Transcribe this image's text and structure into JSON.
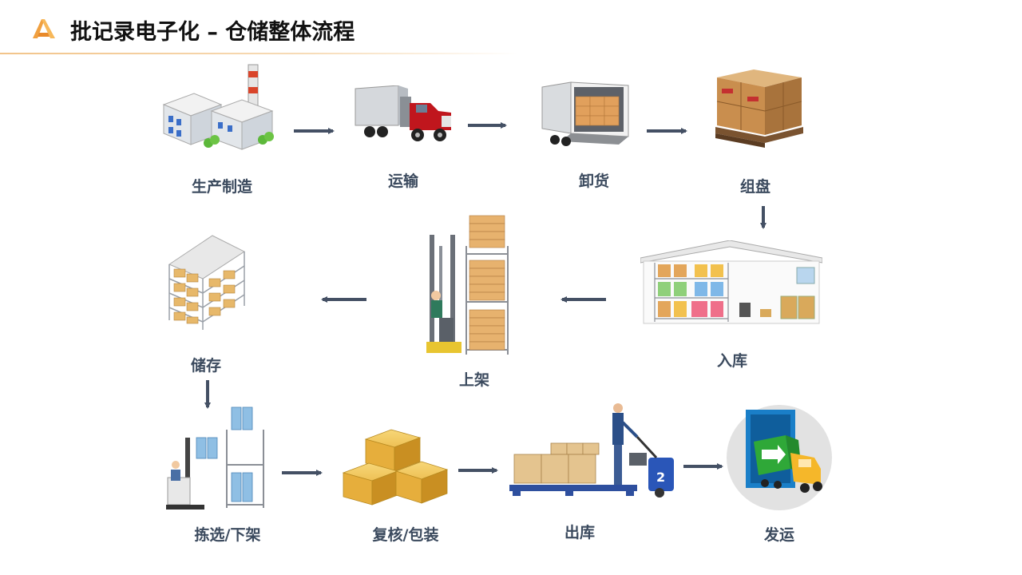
{
  "header": {
    "title": "批记录电子化 – 仓储整体流程",
    "accent_color": "#f0a040"
  },
  "steps": [
    {
      "label": "生产制造",
      "icon": "factory-icon"
    },
    {
      "label": "运输",
      "icon": "truck-icon"
    },
    {
      "label": "卸货",
      "icon": "trailer-unloading-icon"
    },
    {
      "label": "组盘",
      "icon": "pallet-boxes-icon"
    },
    {
      "label": "入库",
      "icon": "warehouse-icon"
    },
    {
      "label": "上架",
      "icon": "forklift-rack-icon"
    },
    {
      "label": "储存",
      "icon": "storage-rack-icon"
    },
    {
      "label": "拣选/下架",
      "icon": "picking-forklift-icon"
    },
    {
      "label": "复核/包装",
      "icon": "packages-icon"
    },
    {
      "label": "出库",
      "icon": "pallet-jack-icon"
    },
    {
      "label": "发运",
      "icon": "dispatch-truck-icon"
    }
  ],
  "colors": {
    "arrow": "#445064",
    "label": "#3b4a5e",
    "box": "#d9a95b",
    "truck_red": "#c0161d",
    "green_truck": "#2fa838"
  }
}
